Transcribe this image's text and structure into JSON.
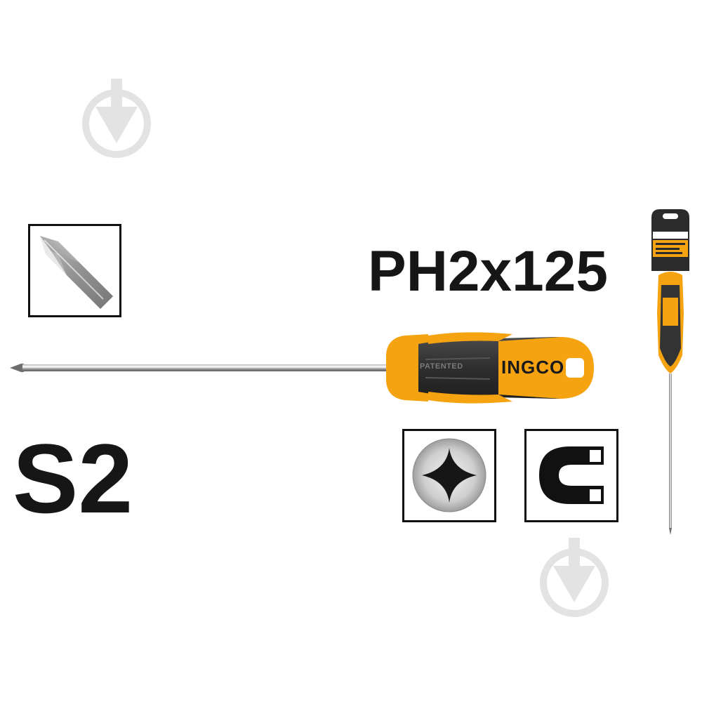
{
  "product": {
    "model_code": "PH2x125",
    "material": "S2",
    "brand": "INGCO",
    "handle_marking": "PATENTED"
  },
  "icons": {
    "watermark": "stylized-shovel-watermark-icon",
    "tip_closeup": "phillips-tip-closeup-icon",
    "phillips_head": "phillips-cross-head-icon",
    "magnetic": "magnet-icon"
  },
  "colors": {
    "accent": "#F5A311",
    "handle_grip": "#3A3A3A",
    "text": "#161616",
    "box_border": "#111111",
    "watermark": "#E3E3E3"
  }
}
